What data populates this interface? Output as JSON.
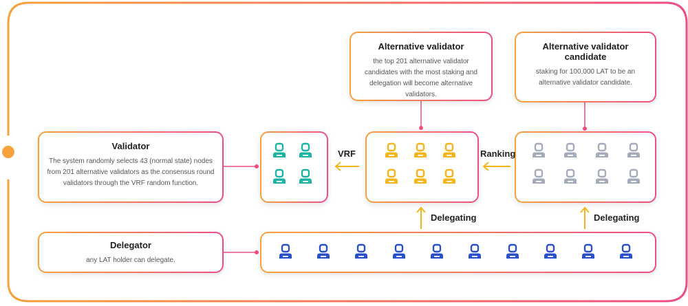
{
  "validator": {
    "title": "Validator",
    "desc": "The system randomly selects 43 (normal state) nodes from 201 alternative validators as the consensus round validators through the VRF random function.",
    "icon_count": 4,
    "icon_color": "#1ab3a4"
  },
  "alt_validator": {
    "title": "Alternative validator",
    "desc": "the top 201 alternative validator candidates with the most staking and delegation will become alternative validators.",
    "icon_count": 6,
    "icon_color": "#f4b51a"
  },
  "alt_candidate": {
    "title": "Alternative validator candidate",
    "desc": "staking for 100,000 LAT to be an alternative validator candidate.",
    "icon_count": 8,
    "icon_color": "#a4acbc"
  },
  "delegator": {
    "title": "Delegator",
    "desc": "any LAT holder can delegate.",
    "icon_count": 10,
    "icon_color": "#2a4fcc"
  },
  "labels": {
    "vrf": "VRF",
    "ranking": "Ranking",
    "delegating_left": "Delegating",
    "delegating_right": "Delegating"
  },
  "colors": {
    "gradient_start": "#f7a23c",
    "gradient_end": "#ee4d84",
    "arrow": "#f4b51a",
    "connector": "#ee4d84"
  }
}
